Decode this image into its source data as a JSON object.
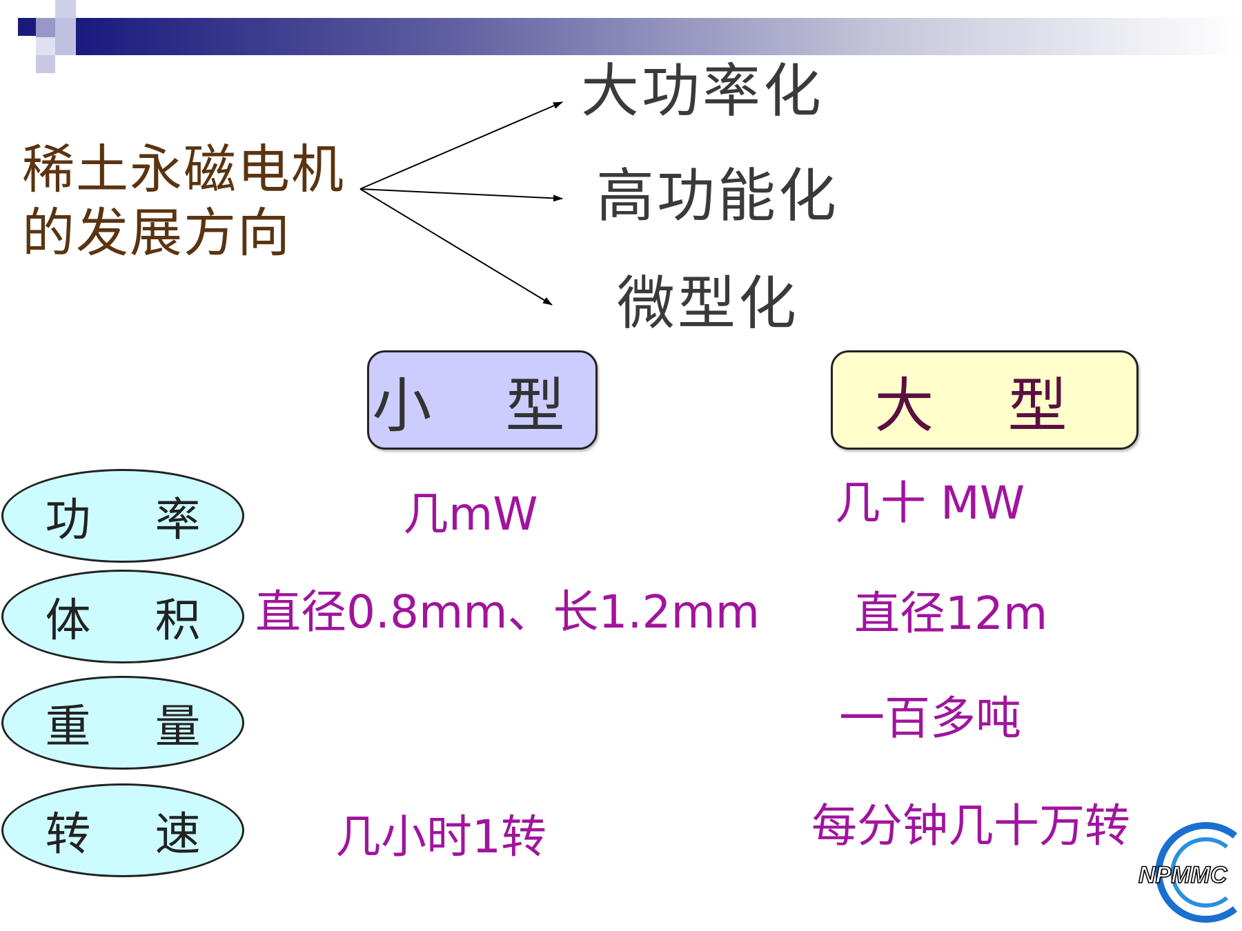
{
  "heading": {
    "line1": "稀土永磁电机",
    "line2": "的发展方向"
  },
  "directions": [
    "大功率化",
    "高功能化",
    "微型化"
  ],
  "categories": {
    "small": "小 型",
    "large": "大 型"
  },
  "rows": [
    {
      "label": "功 率",
      "small": "几mW",
      "large": "几十 MW"
    },
    {
      "label": "体 积",
      "small": "直径0.8mm、长1.2mm",
      "large": "直径12m"
    },
    {
      "label": "重 量",
      "small": "",
      "large": "一百多吨"
    },
    {
      "label": "转 速",
      "small": "几小时1转",
      "large": "每分钟几十万转"
    }
  ],
  "logo": {
    "text": "NPMMC"
  },
  "colors": {
    "heading": "#5a3410",
    "value": "#a0149e",
    "small_box": "#ccccff",
    "large_box": "#ffffcc",
    "ellipse": "#ccfcff"
  }
}
